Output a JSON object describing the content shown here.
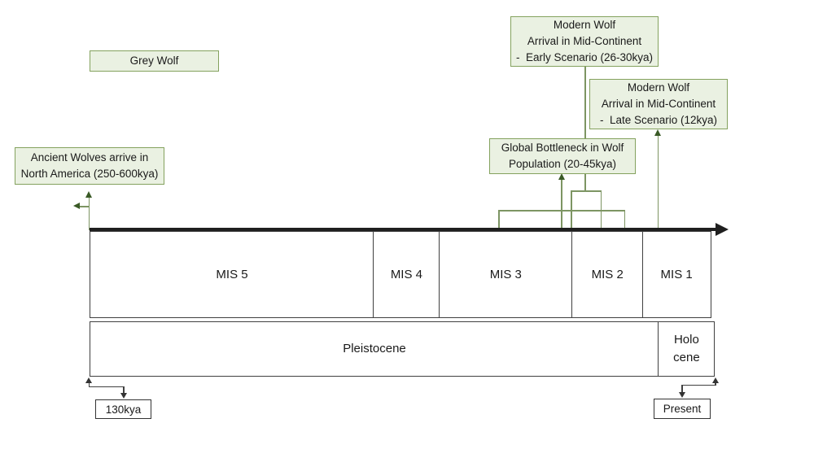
{
  "annotations": {
    "grey_wolf": {
      "lines": [
        "Grey Wolf"
      ]
    },
    "ancient_wolves": {
      "lines": [
        "Ancient Wolves arrive in",
        "North America (250-600kya)"
      ]
    },
    "modern_wolf_early": {
      "lines": [
        "Modern Wolf",
        "Arrival in Mid-Continent",
        "-  Early Scenario (26-30kya)"
      ]
    },
    "modern_wolf_late": {
      "lines": [
        "Modern Wolf",
        "Arrival in Mid-Continent",
        "-  Late Scenario (12kya)"
      ]
    },
    "global_bottleneck": {
      "lines": [
        "Global Bottleneck in Wolf",
        "Population (20-45kya)"
      ]
    }
  },
  "timeline": {
    "mis_stages": [
      {
        "label": "MIS 5"
      },
      {
        "label": "MIS 4"
      },
      {
        "label": "MIS 3"
      },
      {
        "label": "MIS 2"
      },
      {
        "label": "MIS 1"
      }
    ],
    "epochs": [
      {
        "label": "Pleistocene",
        "lines": [
          "Pleistocene"
        ]
      },
      {
        "label": "Holocene",
        "lines": [
          "Holo",
          "cene"
        ]
      }
    ],
    "markers": {
      "start": {
        "label": "130kya"
      },
      "end": {
        "label": "Present"
      }
    }
  },
  "colors": {
    "annotation_fill": "#eaf1e2",
    "annotation_border": "#84a25e",
    "connector_line": "#7d9563",
    "connector_arrowhead": "#3a5a26",
    "axis": "#1f1f1f",
    "box_border": "#404040",
    "marker_line": "#333333"
  }
}
